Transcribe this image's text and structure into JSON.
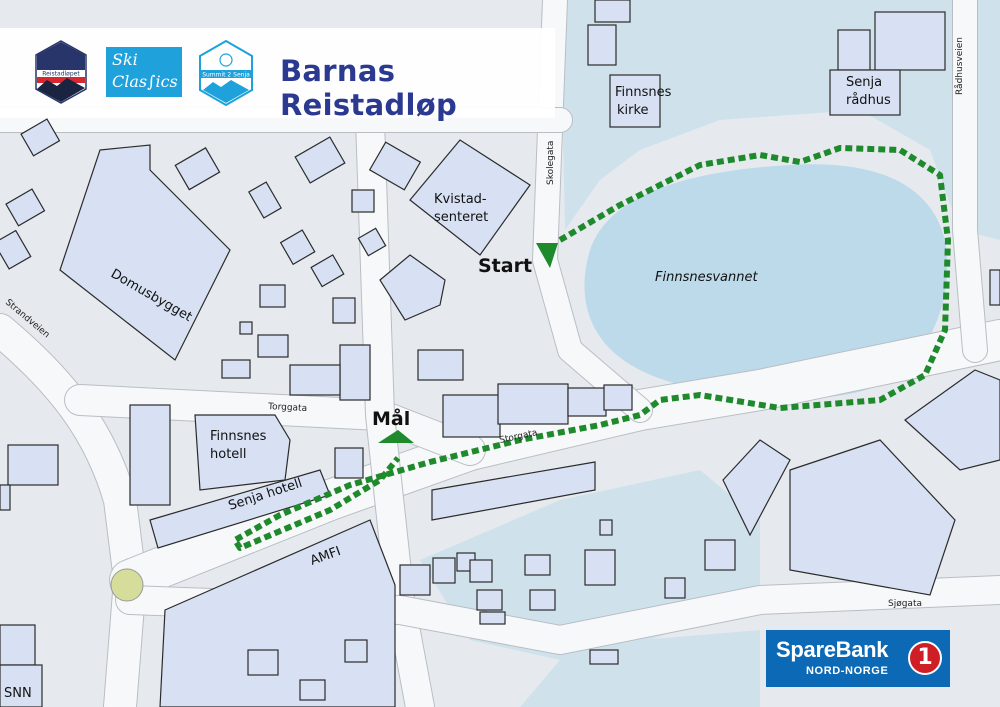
{
  "header": {
    "title": "Barnas Reistadløp",
    "logos": [
      {
        "name": "Reistadløpet",
        "icon": "reistadlopet-badge"
      },
      {
        "name": "Ski Classics",
        "icon": "ski-classics-logo"
      },
      {
        "name": "Summit 2 Senja",
        "icon": "summit-2-senja-badge"
      }
    ]
  },
  "places": {
    "finnsnes_kirke": [
      "Finnsnes",
      "kirke"
    ],
    "senja_radhus": [
      "Senja",
      "rådhus"
    ],
    "kvistadsenteret": [
      "Kvistad-",
      "senteret"
    ],
    "domusbygget": "Domusbygget",
    "finnsnesvannet": "Finnsnesvannet",
    "finnsnes_hotell": [
      "Finnsnes",
      "hotell"
    ],
    "senja_hotell": "Senja hotell",
    "amfi": "AMFI",
    "snn": "SNN"
  },
  "streets": {
    "skolegata": "Skolegata",
    "radhusveien": "Rådhusveien",
    "strandveien": "Strandveien",
    "torggata": "Torggata",
    "storgata": "Storgata",
    "sjogata": "Sjøgata"
  },
  "route": {
    "start_label": "Start",
    "finish_label": "Mål",
    "color": "#1e8a2c"
  },
  "sponsor": {
    "name": "SpareBank",
    "sub": "NORD-NORGE",
    "badge": "1",
    "color": "#0b69b5"
  }
}
